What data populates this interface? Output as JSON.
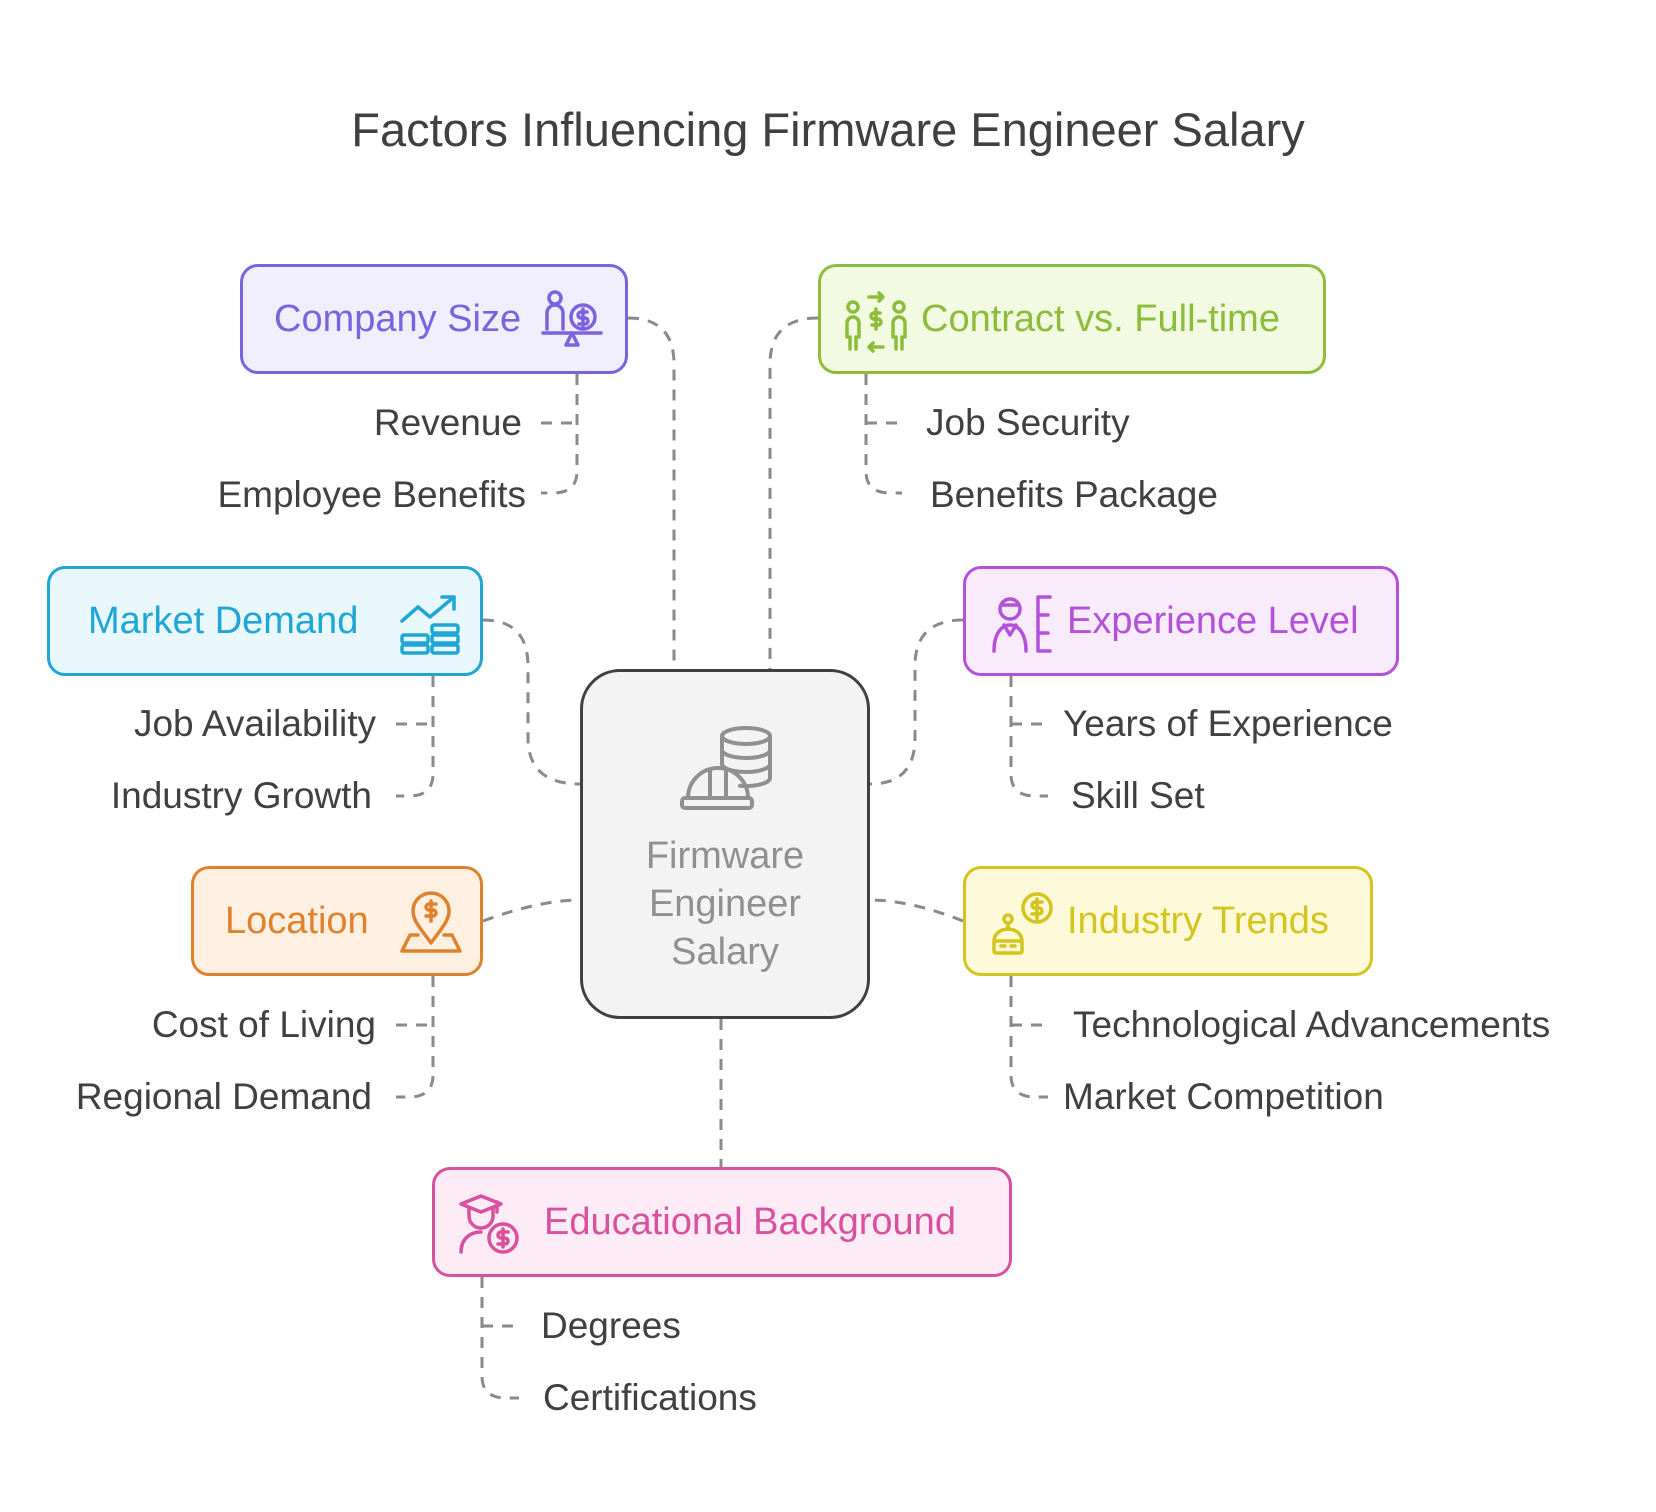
{
  "title": "Factors Influencing Firmware Engineer Salary",
  "center": {
    "lines": [
      "Firmware",
      "Engineer",
      "Salary"
    ],
    "icon": "helmet-coins-icon",
    "color": "#404040"
  },
  "factors": [
    {
      "id": "company-size",
      "label": "Company Size",
      "icon": "person-scale-coin-icon",
      "color": "#7a63e0",
      "fill": "#f1eefd",
      "items": [
        "Revenue",
        "Employee Benefits"
      ]
    },
    {
      "id": "contract-vs-full-time",
      "label": "Contract vs. Full-time",
      "icon": "people-exchange-money-icon",
      "color": "#8cbc3a",
      "fill": "#f2fae2",
      "items": [
        "Job Security",
        "Benefits Package"
      ]
    },
    {
      "id": "market-demand",
      "label": "Market Demand",
      "icon": "growth-chart-money-icon",
      "color": "#1fa6d6",
      "fill": "#e8f8fd",
      "items": [
        "Job Availability",
        "Industry Growth"
      ]
    },
    {
      "id": "experience-level",
      "label": "Experience Level",
      "icon": "person-ladder-icon",
      "color": "#b451da",
      "fill": "#f8ebfc",
      "items": [
        "Years of Experience",
        "Skill Set"
      ]
    },
    {
      "id": "location",
      "label": "Location",
      "icon": "map-pin-dollar-icon",
      "color": "#e0812c",
      "fill": "#fff0e2",
      "items": [
        "Cost of Living",
        "Regional Demand"
      ]
    },
    {
      "id": "industry-trends",
      "label": "Industry Trends",
      "icon": "robot-coin-icon",
      "color": "#d3c51e",
      "fill": "#fdf9d9",
      "items": [
        "Technological Advancements",
        "Market Competition"
      ]
    },
    {
      "id": "educational-background",
      "label": "Educational Background",
      "icon": "graduate-coin-icon",
      "color": "#d8509e",
      "fill": "#fdebf5",
      "items": [
        "Degrees",
        "Certifications"
      ]
    }
  ]
}
